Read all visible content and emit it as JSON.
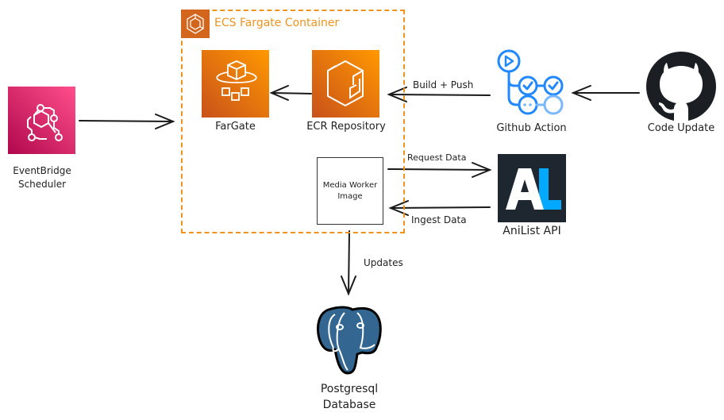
{
  "diagram": {
    "nodes": {
      "eventbridge": {
        "label_line1": "EventBridge",
        "label_line2": "Scheduler",
        "color": "#e7157b"
      },
      "ecs_container": {
        "title": "ECS Fargate Container",
        "color": "#f0931e",
        "badge_color": "#d4651d"
      },
      "fargate": {
        "label": "FarGate",
        "color": "#ed7100"
      },
      "ecr": {
        "label": "ECR Repository",
        "color": "#ed7100"
      },
      "media_worker": {
        "label_line1": "Media Worker",
        "label_line2": "Image"
      },
      "github_action": {
        "label": "Github Action",
        "color": "#2188ff"
      },
      "code_update": {
        "label": "Code Update",
        "color": "#1b1f23"
      },
      "anilist": {
        "label": "AniList API",
        "bg_color": "#1e2630",
        "accent_color": "#02a9ff"
      },
      "postgres": {
        "label_line1": "Postgresql",
        "label_line2": "Database",
        "color": "#336791"
      }
    },
    "edges": [
      {
        "from": "eventbridge",
        "to": "ecs_container",
        "label": ""
      },
      {
        "from": "ecr",
        "to": "fargate",
        "label": ""
      },
      {
        "from": "github_action",
        "to": "ecr",
        "label": "Build + Push"
      },
      {
        "from": "code_update",
        "to": "github_action",
        "label": ""
      },
      {
        "from": "media_worker",
        "to": "anilist",
        "label": "Request Data"
      },
      {
        "from": "anilist",
        "to": "media_worker",
        "label": "Ingest Data"
      },
      {
        "from": "ecs_container",
        "to": "postgres",
        "label": "Updates"
      }
    ]
  }
}
